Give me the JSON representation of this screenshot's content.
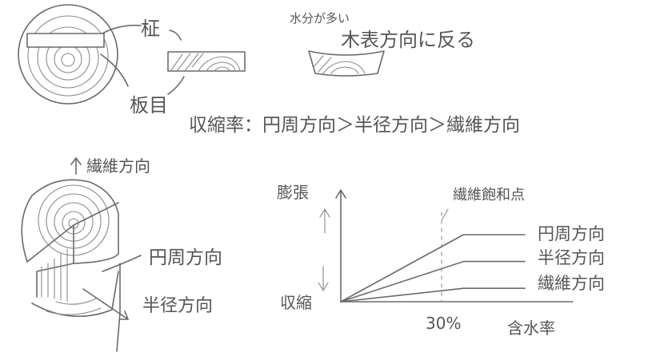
{
  "top_left": {
    "label_masame": "柾",
    "label_itame": "板目"
  },
  "top_right": {
    "note_line1": "水分が多い",
    "note_line2": "木表方向に反る"
  },
  "shrinkage_text": "収縮率：円周方向＞半径方向＞繊維方向",
  "log_diagram": {
    "fiber_direction": "繊維方向",
    "circumferential": "円周方向",
    "radial": "半径方向"
  },
  "chart_data": {
    "type": "line",
    "ylabel_top": "膨張",
    "ylabel_bottom": "収縮",
    "xlabel": "含水率",
    "x_tick": "30%",
    "annotation": "繊維飽和点",
    "series": [
      {
        "name": "円周方向",
        "values": [
          0,
          1.0,
          1.0
        ]
      },
      {
        "name": "半径方向",
        "values": [
          0,
          0.6,
          0.6
        ]
      },
      {
        "name": "繊維方向",
        "values": [
          0,
          0.2,
          0.2
        ]
      }
    ],
    "x": [
      0,
      30,
      45
    ]
  }
}
